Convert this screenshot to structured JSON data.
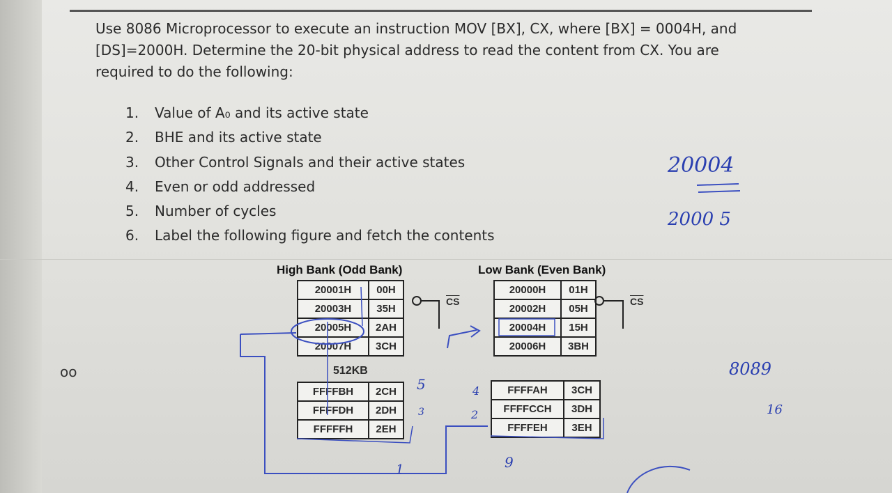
{
  "question": {
    "line1": "Use 8086 Microprocessor to execute an instruction MOV [BX], CX, where [BX] = 0004H, and",
    "line2": "[DS]=2000H. Determine the 20-bit physical address to read the content from CX. You are",
    "line3": "required to do the following:"
  },
  "tasks": [
    {
      "num": "1.",
      "text": "Value of A₀ and its active state"
    },
    {
      "num": "2.",
      "text": "BHE and its active state"
    },
    {
      "num": "3.",
      "text": "Other Control Signals and their active states"
    },
    {
      "num": "4.",
      "text": "Even or odd addressed"
    },
    {
      "num": "5.",
      "text": "Number of cycles"
    },
    {
      "num": "6.",
      "text": "Label the following figure and fetch the contents"
    }
  ],
  "figure": {
    "high_bank_title": "High Bank (Odd Bank)",
    "low_bank_title": "Low Bank (Even Bank)",
    "size_label": "512KB",
    "cs_label": "CS",
    "high_top": [
      [
        "20001H",
        "00H"
      ],
      [
        "20003H",
        "35H"
      ],
      [
        "20005H",
        "2AH"
      ],
      [
        "20007H",
        "3CH"
      ]
    ],
    "high_bottom": [
      [
        "FFFFBH",
        "2CH"
      ],
      [
        "FFFFDH",
        "2DH"
      ],
      [
        "FFFFFH",
        "2EH"
      ]
    ],
    "low_top": [
      [
        "20000H",
        "01H"
      ],
      [
        "20002H",
        "05H"
      ],
      [
        "20004H",
        "15H"
      ],
      [
        "20006H",
        "3BH"
      ]
    ],
    "low_bottom": [
      [
        "FFFFAH",
        "3CH"
      ],
      [
        "FFFFCCH",
        "3DH"
      ],
      [
        "FFFFEH",
        "3EH"
      ]
    ]
  },
  "handwriting": {
    "addr1": "20004",
    "addr2": "2000 5",
    "note1": "8089",
    "note2": "16",
    "m5": "5",
    "m3": "3",
    "m4": "4",
    "m2": "2",
    "m1": "1",
    "m9": "9"
  },
  "margin_mark": "oo"
}
